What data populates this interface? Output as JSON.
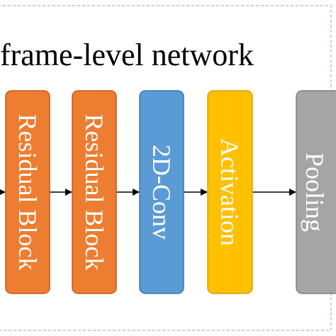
{
  "diagram": {
    "title": "frame-level network",
    "frame_border_color": "#e0a0a0",
    "arrow_color": "#000000",
    "blocks": [
      {
        "id": "residual-block-1",
        "label": "Residual Block",
        "fill": "#ed7d31",
        "stroke": "#c55a1a",
        "text_color": "#ffffff"
      },
      {
        "id": "residual-block-2",
        "label": "Residual Block",
        "fill": "#ed7d31",
        "stroke": "#c55a1a",
        "text_color": "#ffffff"
      },
      {
        "id": "conv-2d",
        "label": "2D-Conv",
        "fill": "#5b9bd5",
        "stroke": "#3c78b4",
        "text_color": "#ffffff"
      },
      {
        "id": "activation",
        "label": "Activation",
        "fill": "#ffc000",
        "stroke": "#d9a000",
        "text_color": "#ffffff"
      },
      {
        "id": "pooling",
        "label": "Pooling",
        "fill": "#a5a5a5",
        "stroke": "#808080",
        "text_color": "#ffffff"
      }
    ]
  }
}
